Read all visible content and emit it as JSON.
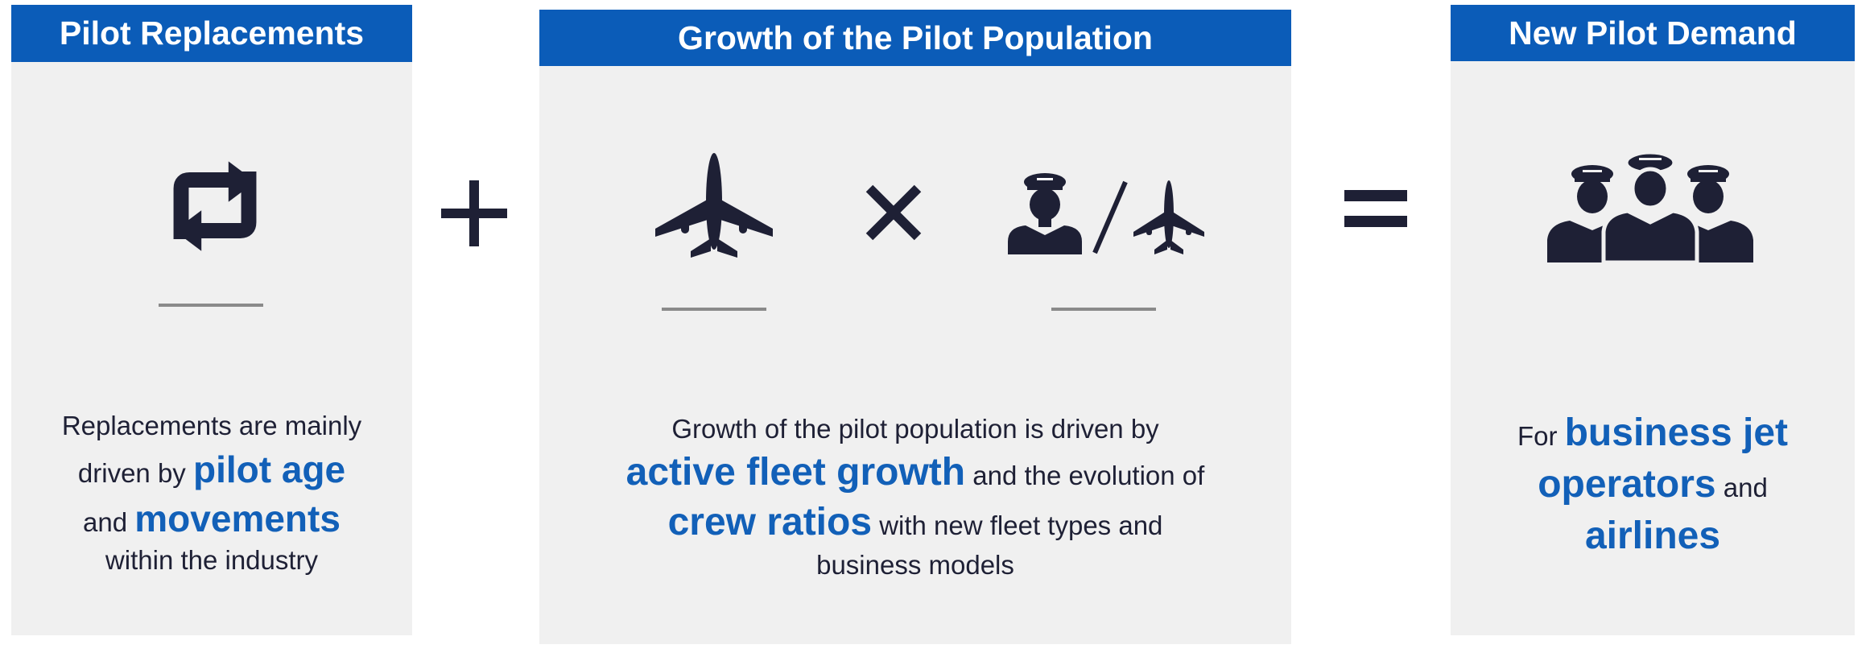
{
  "panels": {
    "replacements": {
      "title": "Pilot Replacements",
      "line1": "Replacements are mainly",
      "line2_pre": "driven by ",
      "line2_em": "pilot age",
      "line3_pre": "and ",
      "line3_em": "movements",
      "line4": "within the industry"
    },
    "growth": {
      "title": "Growth of the Pilot Population",
      "line1": "Growth of the pilot population is driven by",
      "line2_em": "active fleet growth",
      "line2_post": " and the evolution of",
      "line3_em": "crew ratios",
      "line3_post": " with new fleet types and",
      "line4": "business models"
    },
    "demand": {
      "title": "New Pilot Demand",
      "line1_pre": "For ",
      "line1_em": "business jet",
      "line2_em": "operators",
      "line2_post": " and",
      "line3_em": "airlines"
    }
  },
  "icons": [
    "refresh-icon",
    "plus-operator",
    "airplane-icon",
    "multiply-operator",
    "pilot-icon",
    "slash-divider",
    "small-airplane-icon",
    "equals-operator",
    "pilot-group-icon"
  ],
  "colors": {
    "header_blue": "#0b5cb8",
    "emphasis_blue": "#1260b8",
    "icon_dark": "#1e2035",
    "panel_gray": "#f0f0f0"
  }
}
